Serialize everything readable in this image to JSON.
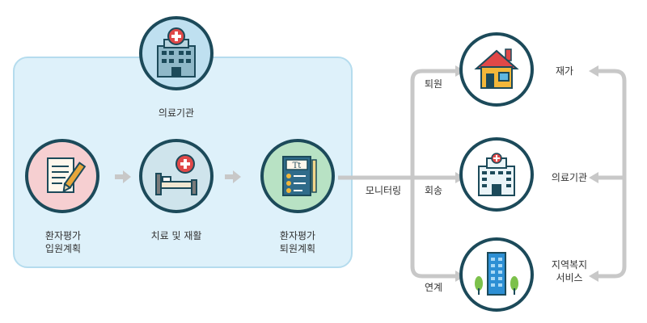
{
  "medical_institution": {
    "label": "의료기관"
  },
  "steps": [
    {
      "line1": "환자평가",
      "line2": "입원계획"
    },
    {
      "line1": "치료 및 재활"
    },
    {
      "line1": "환자평가",
      "line2": "퇴원계획"
    }
  ],
  "monitoring_label": "모니터링",
  "branches": {
    "discharge": "퇴원",
    "transfer": "회송",
    "linkage": "연계"
  },
  "destinations": {
    "home": "재가",
    "medical": "의료기관",
    "welfare_line1": "지역복지",
    "welfare_line2": "서비스"
  },
  "colors": {
    "panel": "#def1fa",
    "circle_border": "#1c4a5a",
    "connector": "#c8c8c8"
  }
}
